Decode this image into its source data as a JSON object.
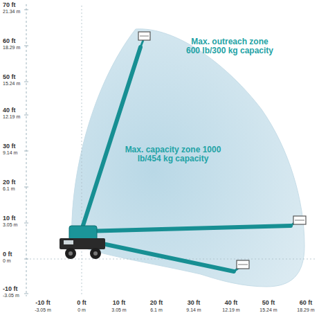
{
  "diagram": {
    "labels": [
      "70 ft",
      "21.34 m",
      "60 ft",
      "18.29 m",
      "50 ft",
      "15.24 m",
      "40 ft",
      "12.19 m",
      "30 ft",
      "9.14 m",
      "20 ft",
      "6.1 m",
      "10 ft",
      "3.05 m",
      "0 ft",
      "0 m",
      "-10 ft",
      "-3.05 m",
      "-10 ft",
      "-3.05 m",
      "0 ft",
      "0 m",
      "10 ft",
      "3.05 m",
      "20 ft",
      "6.1 m",
      "30 ft",
      "9.14 m",
      "40 ft",
      "12.19 m",
      "50 ft",
      "15.24 m",
      "60 ft",
      "18.29 m",
      "Max. outreach zone 600 lb/300 kg capacity",
      "Max. capacity zone 1000 lb/454 kg capacity"
    ]
  }
}
